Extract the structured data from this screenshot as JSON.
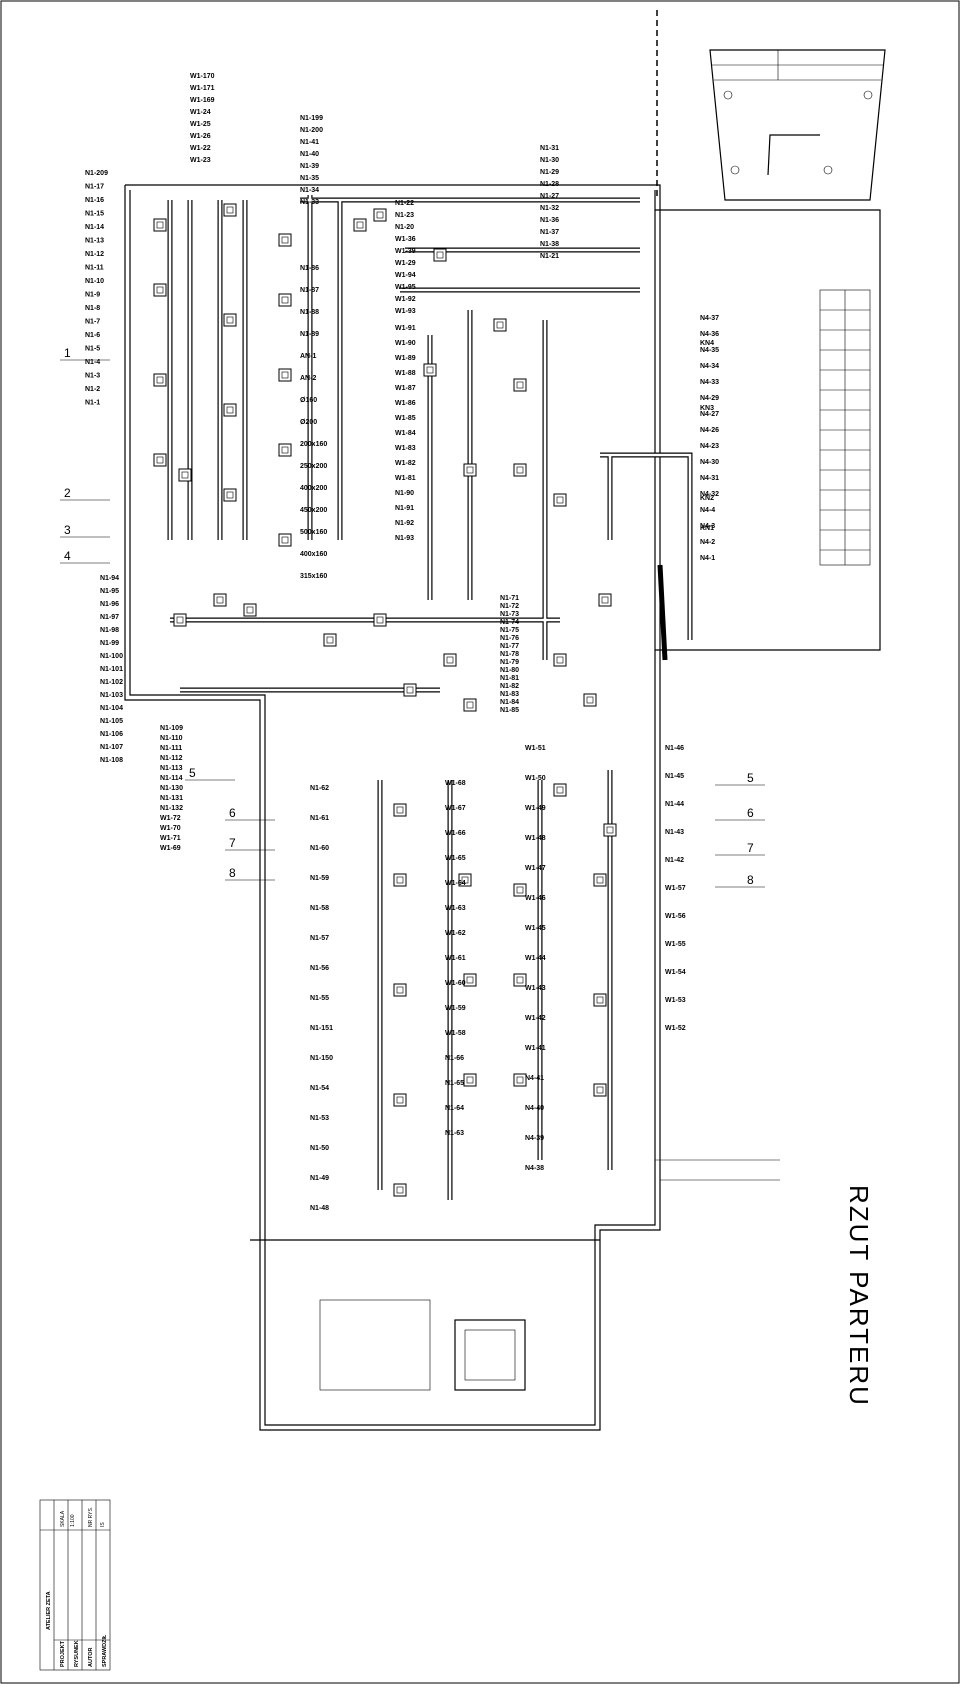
{
  "drawing": {
    "title": "RZUT PARTERU",
    "title_block": {
      "firm": "ATELIER ZETA",
      "rows": [
        {
          "label": "PROJEKT",
          "value": ""
        },
        {
          "label": "RYSUNEK",
          "value": ""
        },
        {
          "label": "AUTOR",
          "value": ""
        },
        {
          "label": "SPRAWDZIŁ",
          "value": ""
        }
      ],
      "scale_label": "SKALA",
      "scale_value": "1:100",
      "sheet_label": "NR RYS.",
      "sheet_value": "IS"
    }
  },
  "section_marks": [
    "1",
    "2",
    "3",
    "4",
    "5",
    "6",
    "7",
    "8"
  ],
  "equipment": [
    "KN1",
    "KN2",
    "KN3",
    "KN4"
  ],
  "labels": [
    "N1-209",
    "N1-17",
    "N1-16",
    "N1-15",
    "N1-14",
    "N1-13",
    "N1-12",
    "N1-11",
    "N1-10",
    "N1-9",
    "N1-8",
    "N1-7",
    "N1-6",
    "N1-5",
    "N1-4",
    "N1-3",
    "N1-2",
    "N1-1",
    "W1-170",
    "W1-171",
    "W1-169",
    "W1-24",
    "W1-25",
    "W1-26",
    "W1-22",
    "W1-23",
    "N1-199",
    "N1-200",
    "N1-41",
    "N1-40",
    "N1-39",
    "N1-35",
    "N1-34",
    "N1-33",
    "N1-31",
    "N1-30",
    "N1-29",
    "N1-28",
    "N1-27",
    "N1-32",
    "N1-36",
    "N1-37",
    "N1-38",
    "N1-21",
    "N1-22",
    "N1-23",
    "N1-20",
    "W1-36",
    "W1-39",
    "W1-29",
    "W1-94",
    "W1-95",
    "W1-92",
    "W1-93",
    "W1-91",
    "W1-90",
    "W1-89",
    "W1-88",
    "W1-87",
    "W1-86",
    "W1-85",
    "W1-84",
    "W1-83",
    "W1-82",
    "W1-81",
    "N1-90",
    "N1-91",
    "N1-92",
    "N1-93",
    "N1-94",
    "N1-95",
    "N1-96",
    "N1-97",
    "N1-98",
    "N1-99",
    "N1-100",
    "N1-101",
    "N1-102",
    "N1-103",
    "N1-104",
    "N1-105",
    "N1-106",
    "N1-107",
    "N1-108",
    "N1-109",
    "N1-110",
    "N1-111",
    "N1-112",
    "N1-113",
    "N1-114",
    "N1-130",
    "N1-131",
    "N1-132",
    "W1-72",
    "W1-70",
    "W1-71",
    "W1-69",
    "W1-68",
    "W1-67",
    "W1-66",
    "W1-65",
    "W1-64",
    "W1-63",
    "W1-62",
    "W1-61",
    "W1-60",
    "W1-59",
    "W1-58",
    "N1-66",
    "N1-65",
    "N1-64",
    "N1-63",
    "N1-62",
    "N1-61",
    "N1-60",
    "N1-59",
    "N1-58",
    "N1-57",
    "N1-56",
    "N1-55",
    "N1-151",
    "N1-150",
    "N1-54",
    "N1-53",
    "N1-50",
    "N1-49",
    "N1-48",
    "N1-46",
    "N1-45",
    "N1-44",
    "N1-43",
    "N1-42",
    "W1-57",
    "W1-56",
    "W1-55",
    "W1-54",
    "W1-53",
    "W1-52",
    "W1-51",
    "W1-50",
    "W1-49",
    "W1-48",
    "W1-47",
    "W1-46",
    "W1-45",
    "W1-44",
    "W1-43",
    "W1-42",
    "W1-41",
    "N4-41",
    "N4-40",
    "N4-39",
    "N4-38",
    "N4-37",
    "N4-36",
    "N4-35",
    "N4-34",
    "N4-33",
    "N4-29",
    "N4-27",
    "N4-26",
    "N4-23",
    "N4-30",
    "N4-31",
    "N4-32",
    "N4-4",
    "N4-3",
    "N4-2",
    "N4-1",
    "N1-71",
    "N1-72",
    "N1-73",
    "N1-74",
    "N1-75",
    "N1-76",
    "N1-77",
    "N1-78",
    "N1-79",
    "N1-80",
    "N1-81",
    "N1-82",
    "N1-83",
    "N1-84",
    "N1-85",
    "N1-86",
    "N1-87",
    "N1-88",
    "N1-89",
    "AN-1",
    "AN-2",
    "Ø160",
    "Ø200",
    "200x160",
    "250x200",
    "400x200",
    "450x200",
    "500x160",
    "400x160",
    "315x160"
  ]
}
